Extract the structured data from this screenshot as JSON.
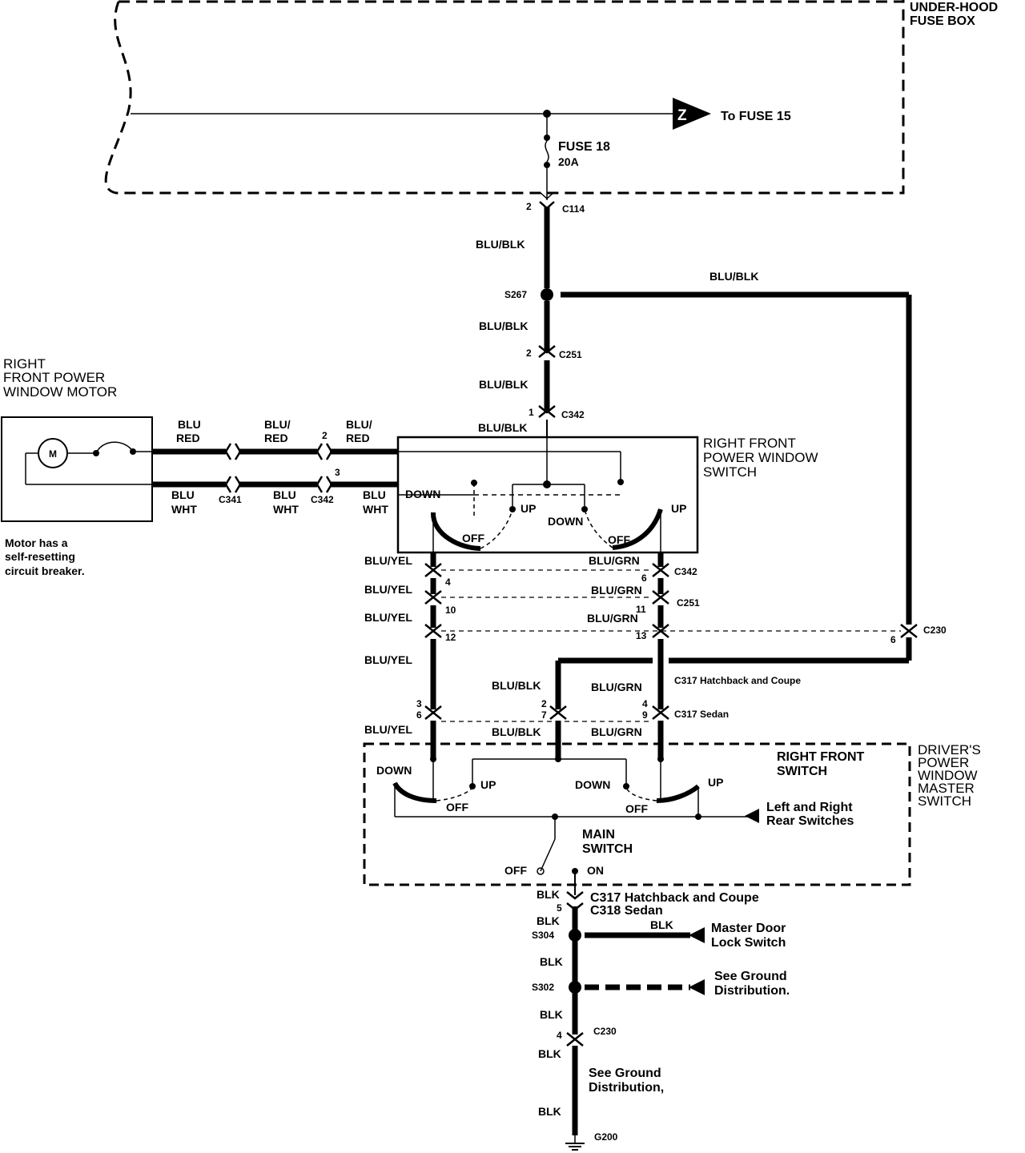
{
  "fuse_box": {
    "title_line1": "UNDER-HOOD",
    "title_line2": "FUSE BOX",
    "to_fuse": "To FUSE 15",
    "z_marker": "Z",
    "fuse_name": "FUSE 18",
    "fuse_rating": "20A"
  },
  "motor": {
    "title_line1": "RIGHT",
    "title_line2": "FRONT POWER",
    "title_line3": "WINDOW MOTOR",
    "symbol": "M",
    "note_line1": "Motor has a",
    "note_line2": "self-resetting",
    "note_line3": "circuit breaker."
  },
  "rf_switch": {
    "title_line1": "RIGHT FRONT",
    "title_line2": "POWER WINDOW",
    "title_line3": "SWITCH",
    "down_left": "DOWN",
    "off_left": "OFF",
    "up_left": "UP",
    "down_right": "DOWN",
    "off_right": "OFF",
    "up_right": "UP"
  },
  "master": {
    "title_line1": "DRIVER'S",
    "title_line2": "POWER",
    "title_line3": "WINDOW",
    "title_line4": "MASTER",
    "title_line5": "SWITCH",
    "rf_line1": "RIGHT FRONT",
    "rf_line2": "SWITCH",
    "down_left": "DOWN",
    "up_left": "UP",
    "off_left": "OFF",
    "down_right": "DOWN",
    "up_right": "UP",
    "off_right": "OFF",
    "rear_line1": "Left and Right",
    "rear_line2": "Rear Switches",
    "main_line1": "MAIN",
    "main_line2": "SWITCH",
    "off": "OFF",
    "on": "ON"
  },
  "wires": {
    "blu_blk": "BLU/BLK",
    "blu_yel": "BLU/YEL",
    "blu_grn": "BLU/GRN",
    "blk": "BLK",
    "blu": "BLU",
    "blu_slash": "BLU/",
    "red": "RED",
    "wht": "WHT"
  },
  "connectors": {
    "c114": "C114",
    "s267": "S267",
    "c251": "C251",
    "c342": "C342",
    "c341": "C341",
    "c230": "C230",
    "c317_hc": "C317  Hatchback and Coupe",
    "c317_sedan": "C317  Sedan",
    "c317_hc_bottom": "C317  Hatchback and Coupe",
    "c318_sedan": "C318  Sedan",
    "s304": "S304",
    "s302": "S302",
    "g200": "G200"
  },
  "pins": {
    "p1": "1",
    "p2": "2",
    "p3": "3",
    "p4": "4",
    "p5": "5",
    "p6": "6",
    "p7": "7",
    "p9": "9",
    "p10": "10",
    "p11": "11",
    "p12": "12",
    "p13": "13"
  },
  "ground": {
    "master_lock_line1": "Master Door",
    "master_lock_line2": "Lock Switch",
    "see_ground_line1": "See Ground",
    "see_ground_line2": "Distribution.",
    "see_ground2_line1": "See Ground",
    "see_ground2_line2": "Distribution,"
  }
}
